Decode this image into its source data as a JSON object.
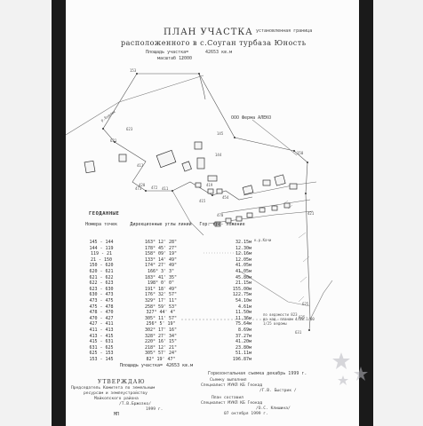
{
  "header": {
    "title": "ПЛАН УЧАСТКА",
    "subtitle": "расположенного в с.Соуган турбаза Юность",
    "top_right_note": "установленная граница",
    "area_label": "Площадь участка=",
    "area_value": "42653 кв.м",
    "scale_label": "масштаб 1:",
    "scale_value": "2000"
  },
  "map_labels": {
    "farm_label": "ООО Ферма АЛЕКО",
    "road_label": "р.Бурлюк",
    "river_label": "к.р.Качи",
    "bottom_right_note1": "по ведомости 823",
    "bottom_right_note2": "до кад. планам 4/38.1/00",
    "bottom_right_note3": "1/25 ведомы",
    "points": [
      "153",
      "145",
      "150",
      "144",
      "621",
      "623",
      "413",
      "420",
      "472",
      "473",
      "411",
      "478",
      "470",
      "419",
      "454",
      "415",
      "631",
      "625",
      "625",
      "421"
    ]
  },
  "table": {
    "section_title": "ГЕОДАННЫЕ",
    "headers": [
      "Номера точек",
      "Дирекционные углы линий",
      "Гор. про- ложение"
    ],
    "rows": [
      [
        "145 - 144",
        "163° 12' 28\"",
        "32.15м"
      ],
      [
        "144 - 119",
        "178° 45' 27\"",
        "12.30м"
      ],
      [
        "119 - 21",
        "158° 09' 19\"",
        "12.16м"
      ],
      [
        "21 - 150",
        "133° 14' 49\"",
        "12.05м"
      ],
      [
        "150 - 620",
        "174° 27' 49\"",
        "41.05м"
      ],
      [
        "620 - 621",
        "166° 3' 3\"",
        "41.05м"
      ],
      [
        "621 - 622",
        "183° 41' 35\"",
        "45.80м"
      ],
      [
        "622 - 623",
        "198° 0' 0\"",
        "21.15м"
      ],
      [
        "623 - 630",
        "191° 18' 49\"",
        "155.00м"
      ],
      [
        "630 - 473",
        "176° 32' 57\"",
        "122.75м"
      ],
      [
        "473 - 475",
        "329° 17' 11\"",
        "54.10м"
      ],
      [
        "475 - 478",
        "258° 59' 53\"",
        "4.61м"
      ],
      [
        "478 - 470",
        "327° 44' 4\"",
        "11.50м"
      ],
      [
        "470 - 427",
        "305° 11' 57\"",
        "11.36м"
      ],
      [
        "427 - 411",
        "256° 5' 19\"",
        "75.64м"
      ],
      [
        "411 - 413",
        "302° 17' 16\"",
        "8.69м"
      ],
      [
        "413 - 415",
        "328° 27' 34\"",
        "37.27м"
      ],
      [
        "415 - 631",
        "220° 16' 15\"",
        "41.20м"
      ],
      [
        "631 - 625",
        "218° 12' 21\"",
        "23.80м"
      ],
      [
        "625 - 153",
        "305° 57' 24\"",
        "51.11м"
      ],
      [
        "153 - 145",
        "82° 19' 47\"",
        "196.87м"
      ]
    ],
    "area_footer_label": "Площадь участка=",
    "area_footer_value": "42653 кв.м"
  },
  "signature": {
    "survey_date": "Горизонтальная съемка декабрь 1999 г.",
    "executor_line1": "Съемку выполнил",
    "executor_line2": "Специалист МУКП КБ Геокад",
    "executor_line3": "/Г.В. Быстрик /",
    "drafter_line1": "План составил",
    "drafter_line2": "Специалист МУКП КБ Геокад",
    "drafter_line3": "/О.С. Клишина/",
    "drafter_date": "07 октября 1999 г."
  },
  "approval": {
    "title": "УТВЕРЖДАЮ",
    "line1": "Председатель Комитета по земельным",
    "line2": "ресурсам и землеустройству",
    "line3": "Майкопского района",
    "line4": "/Т.В.Бржозко/",
    "line5": "1999 г.",
    "stamp": "МП"
  }
}
